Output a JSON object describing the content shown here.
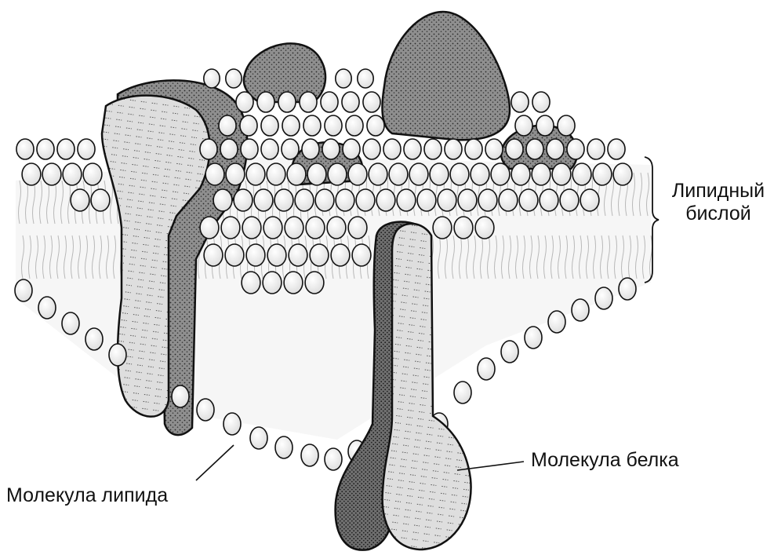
{
  "labels": {
    "lipid_bilayer_line1": "Липидный",
    "lipid_bilayer_line2": "бислой",
    "protein_molecule": "Молекула белка",
    "lipid_molecule": "Молекула липида"
  },
  "colors": {
    "lipid_head_fill": "#f2f2f2",
    "lipid_tail": "#b5b5b5",
    "protein_light": "#d9d9d9",
    "protein_dark": "#8a8a8a",
    "outline": "#111111"
  }
}
